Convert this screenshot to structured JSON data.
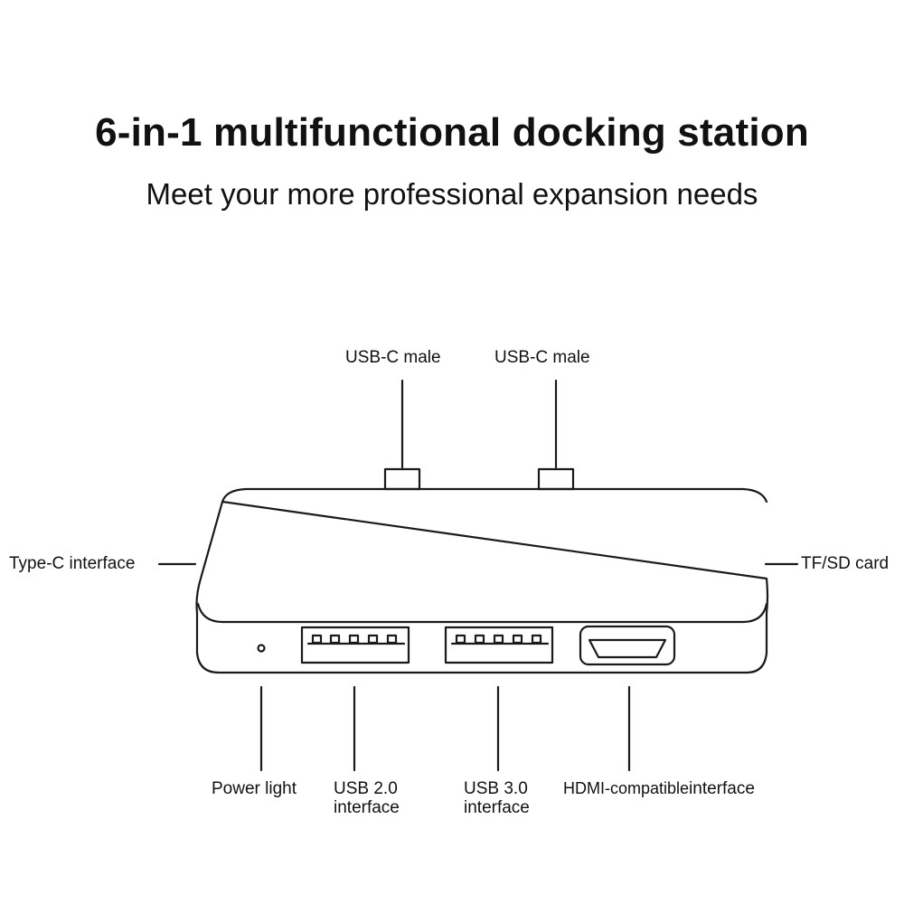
{
  "header": {
    "title": "6-in-1 multifunctional docking station",
    "subtitle": "Meet your more professional expansion needs"
  },
  "labels": {
    "usbc_male_1": "USB-C male",
    "usbc_male_2": "USB-C male",
    "type_c": "Type-C interface",
    "tf_sd": "TF/SD card",
    "power_light": "Power light",
    "usb20": [
      "USB 2.0",
      "interface"
    ],
    "usb30": [
      "USB 3.0",
      "interface"
    ],
    "hdmi_a": "HDMI-compatible",
    "hdmi_b": "interface"
  }
}
